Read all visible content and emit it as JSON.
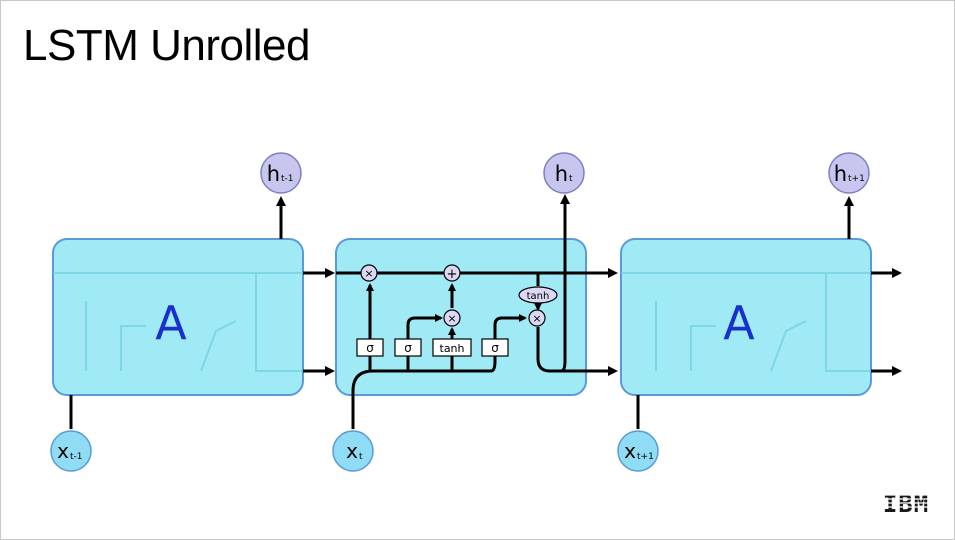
{
  "slide": {
    "title": "LSTM Unrolled",
    "logo": "IBM"
  },
  "diagram": {
    "cells": [
      {
        "label": "A"
      },
      {
        "label": ""
      },
      {
        "label": "A"
      }
    ],
    "inputs": [
      {
        "base": "x",
        "sub": "t-1"
      },
      {
        "base": "x",
        "sub": "t"
      },
      {
        "base": "x",
        "sub": "t+1"
      }
    ],
    "outputs": [
      {
        "base": "h",
        "sub": "t-1"
      },
      {
        "base": "h",
        "sub": "t"
      },
      {
        "base": "h",
        "sub": "t+1"
      }
    ],
    "gates": [
      "σ",
      "σ",
      "tanh",
      "σ"
    ],
    "ops": {
      "forget_mult": "×",
      "add": "+",
      "input_mult": "×",
      "output_mult": "×",
      "tanh_label": "tanh"
    },
    "colors": {
      "cell_fill": "#8ee6f2",
      "cell_stroke": "#5a9ad6",
      "input_node": "#8fdcf4",
      "output_node": "#c6c6ee",
      "cell_label": "#1a2fd0",
      "line": "#000000"
    }
  }
}
